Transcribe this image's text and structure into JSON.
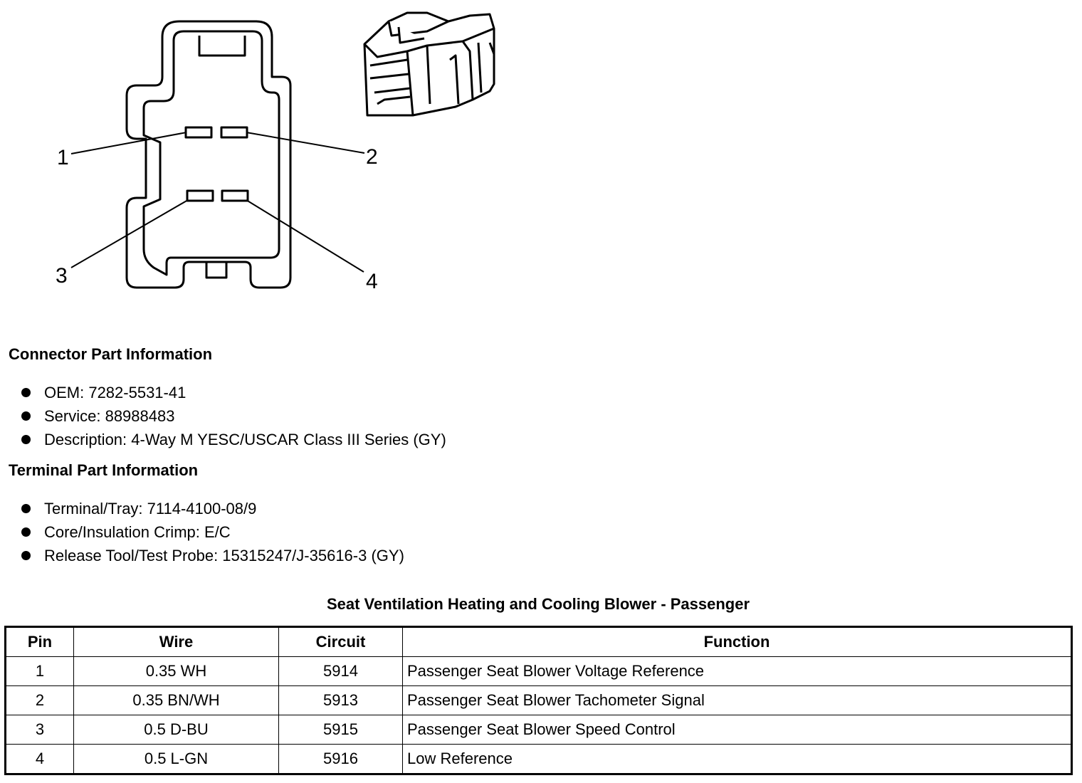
{
  "diagram": {
    "pin_labels": [
      "1",
      "2",
      "3",
      "4"
    ]
  },
  "connector_info": {
    "heading": "Connector Part Information",
    "items": [
      "OEM: 7282-5531-41",
      "Service: 88988483",
      "Description: 4-Way M YESC/USCAR Class III Series (GY)"
    ]
  },
  "terminal_info": {
    "heading": "Terminal Part Information",
    "items": [
      "Terminal/Tray: 7114-4100-08/9",
      "Core/Insulation Crimp: E/C",
      "Release Tool/Test Probe: 15315247/J-35616-3 (GY)"
    ]
  },
  "table": {
    "title": "Seat Ventilation Heating and Cooling Blower - Passenger",
    "headers": [
      "Pin",
      "Wire",
      "Circuit",
      "Function"
    ],
    "rows": [
      [
        "1",
        "0.35 WH",
        "5914",
        "Passenger Seat Blower Voltage Reference"
      ],
      [
        "2",
        "0.35 BN/WH",
        "5913",
        "Passenger Seat Blower Tachometer Signal"
      ],
      [
        "3",
        "0.5 D-BU",
        "5915",
        "Passenger Seat Blower Speed Control"
      ],
      [
        "4",
        "0.5 L-GN",
        "5916",
        "Low Reference"
      ]
    ]
  }
}
